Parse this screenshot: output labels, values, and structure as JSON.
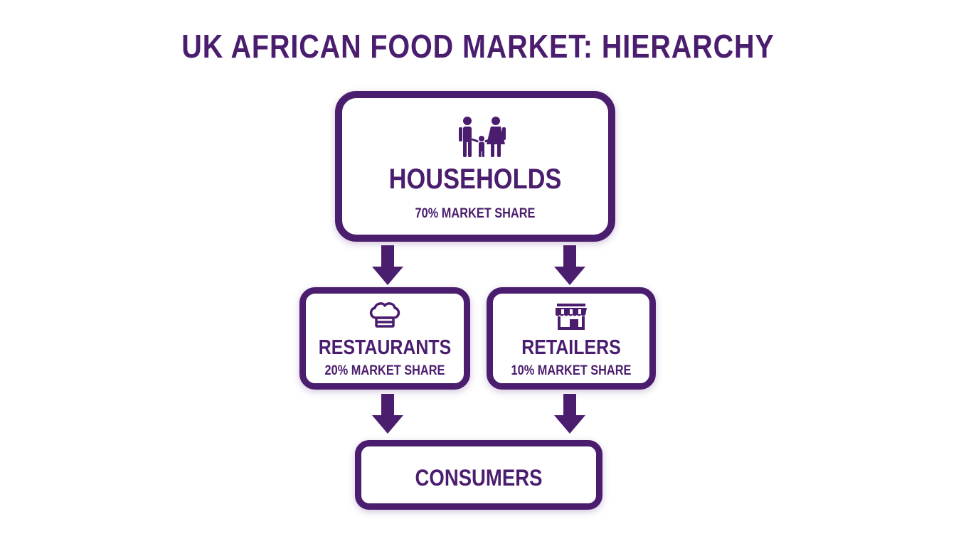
{
  "title": "UK AFRICAN FOOD MARKET: HIERARCHY",
  "colors": {
    "primary": "#4b1d6e",
    "background": "#ffffff"
  },
  "nodes": {
    "households": {
      "label": "HOUSEHOLDS",
      "share": "70% MARKET SHARE",
      "icon": "family-icon"
    },
    "restaurants": {
      "label": "RESTAURANTS",
      "share": "20% MARKET SHARE",
      "icon": "chef-hat-icon"
    },
    "retailers": {
      "label": "RETAILERS",
      "share": "10% MARKET SHARE",
      "icon": "storefront-icon"
    },
    "consumers": {
      "label": "CONSUMERS"
    }
  },
  "edges": [
    {
      "from": "HOUSEHOLDS",
      "to": "RESTAURANTS"
    },
    {
      "from": "HOUSEHOLDS",
      "to": "RETAILERS"
    },
    {
      "from": "RESTAURANTS",
      "to": "CONSUMERS"
    },
    {
      "from": "RETAILERS",
      "to": "CONSUMERS"
    }
  ]
}
